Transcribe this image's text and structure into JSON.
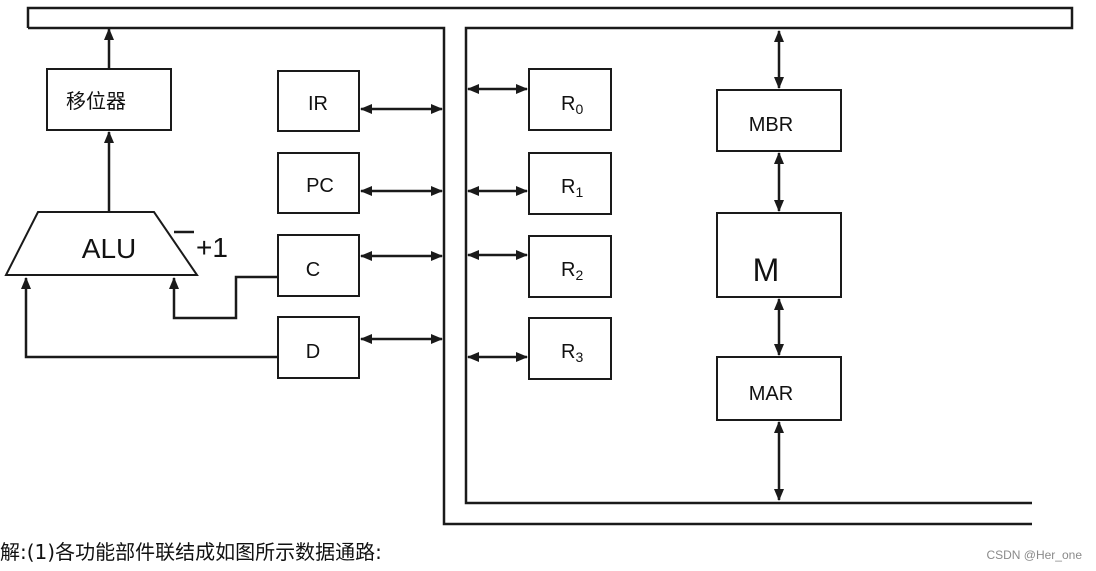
{
  "diagram": {
    "alu": "ALU",
    "shifter": "移位器",
    "plus_one": "+1",
    "registers_left": {
      "ir": "IR",
      "pc": "PC",
      "c": "C",
      "d": "D"
    },
    "registers_right": {
      "r0": {
        "base": "R",
        "sub": "0"
      },
      "r1": {
        "base": "R",
        "sub": "1"
      },
      "r2": {
        "base": "R",
        "sub": "2"
      },
      "r3": {
        "base": "R",
        "sub": "3"
      }
    },
    "memory": {
      "mbr": "MBR",
      "m": "M",
      "mar": "MAR"
    }
  },
  "caption": "解:(1)各功能部件联结成如图所示数据通路:",
  "watermark": "CSDN @Her_one"
}
